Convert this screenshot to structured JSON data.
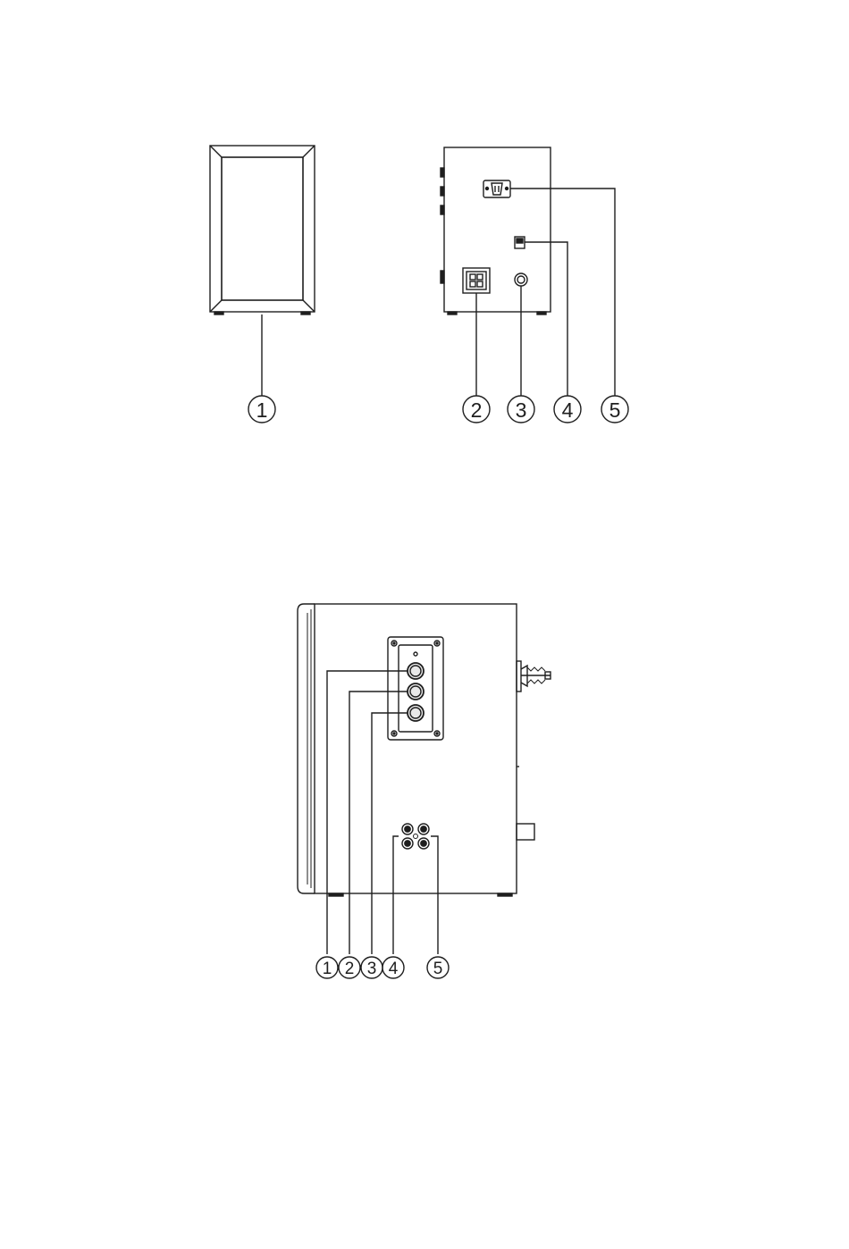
{
  "colors": {
    "line": "#1e1e1e",
    "background": "#ffffff",
    "knob_fill": "#e8e8e8"
  },
  "top_diagram": {
    "front_view_callouts": [
      "1"
    ],
    "rear_view_callouts": [
      "2",
      "3",
      "4",
      "5"
    ]
  },
  "bottom_diagram": {
    "side_panel_callouts": [
      "1",
      "2",
      "3",
      "4",
      "5"
    ]
  }
}
